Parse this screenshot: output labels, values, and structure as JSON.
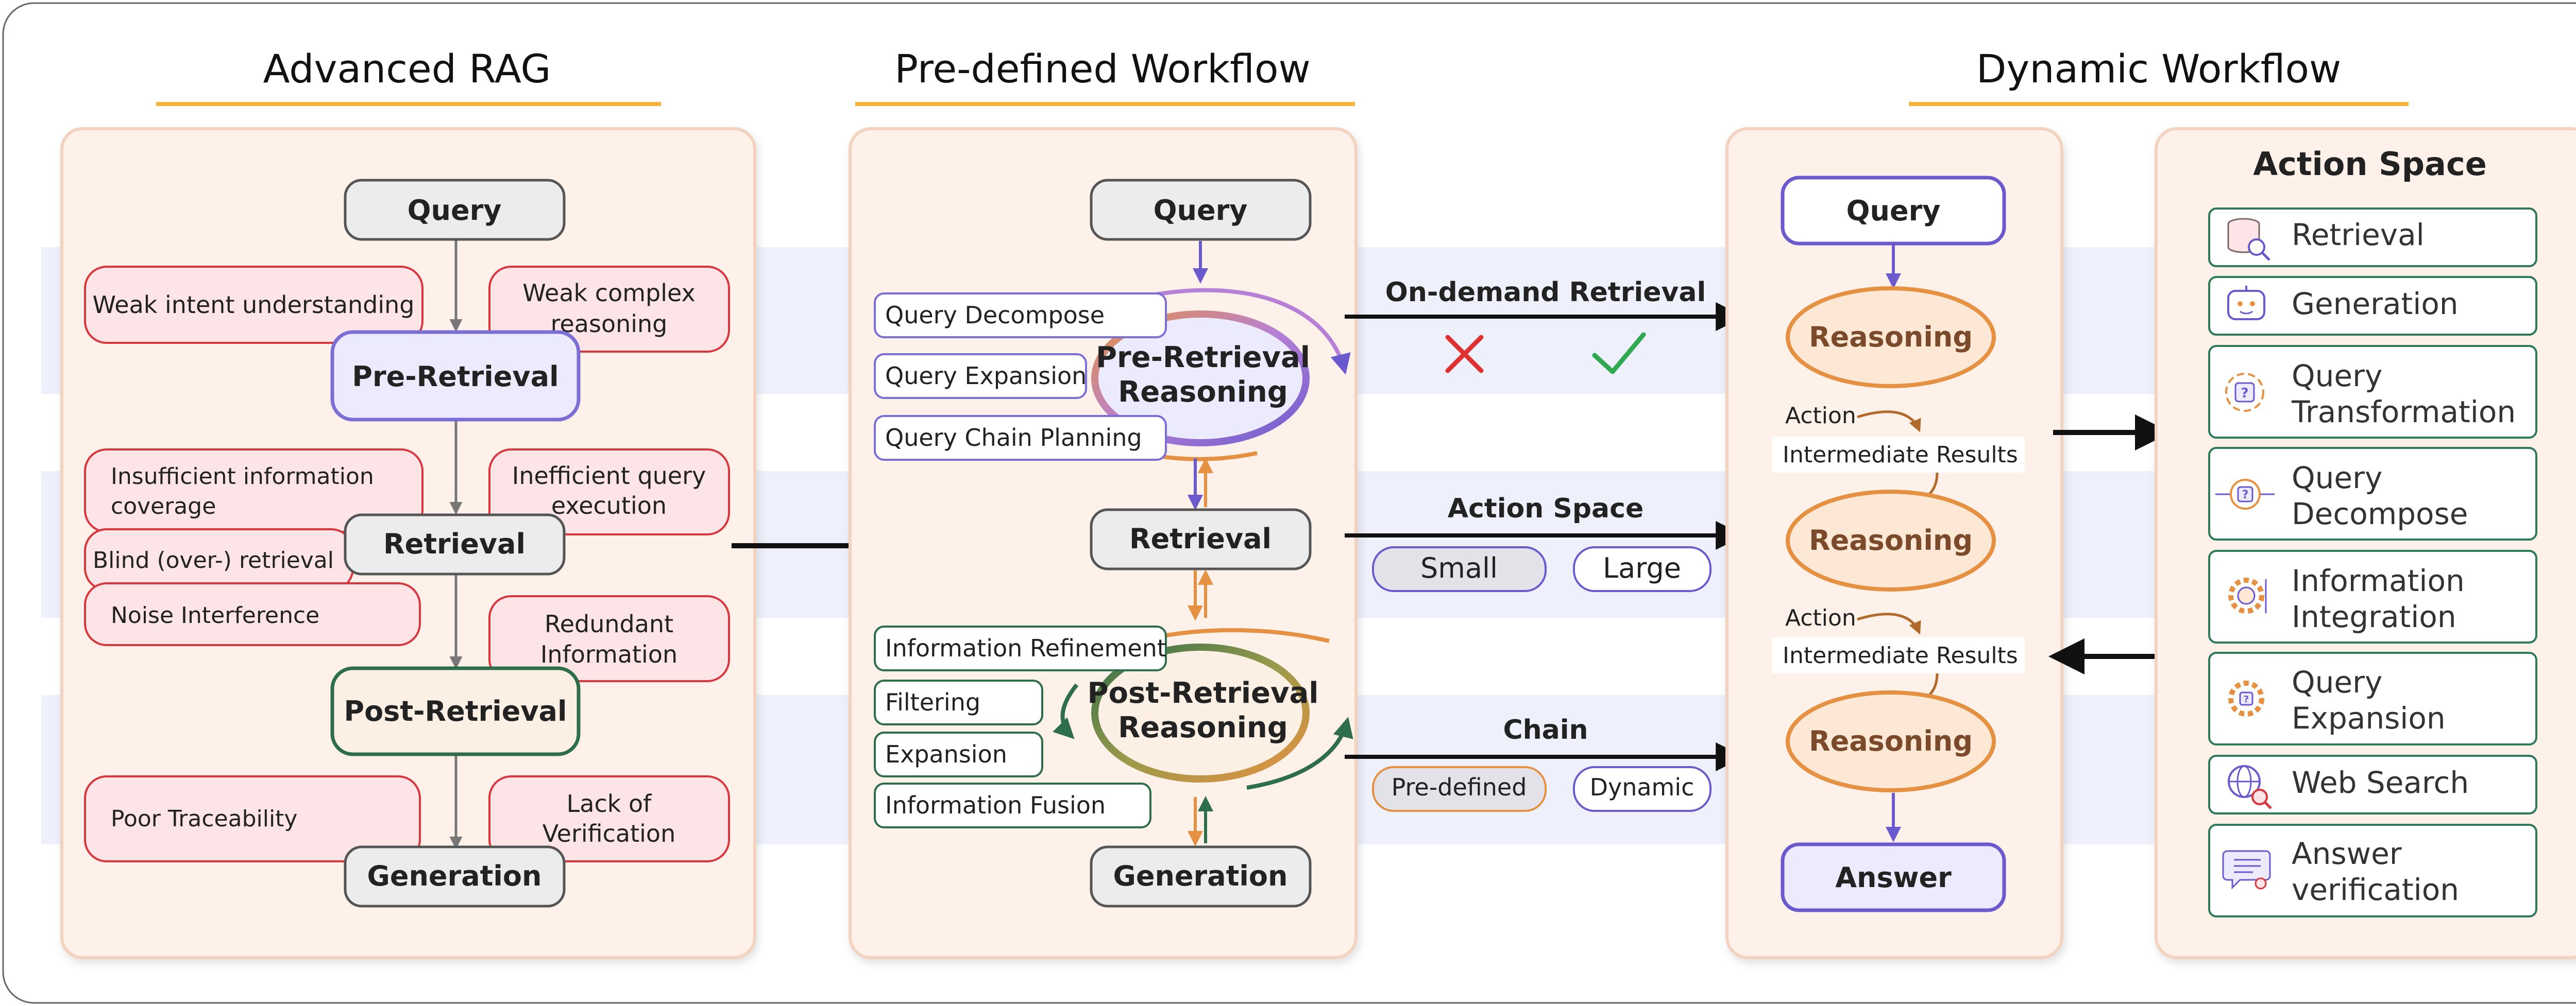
{
  "titles": {
    "advanced_rag": "Advanced RAG",
    "predefined": "Pre-defined Workflow",
    "dynamic": "Dynamic Workflow"
  },
  "advanced_rag": {
    "nodes": [
      "Query",
      "Pre-Retrieval",
      "Retrieval",
      "Post-Retrieval",
      "Generation"
    ],
    "weaknesses": {
      "weak_intent": "Weak intent understanding",
      "weak_complex_1": "Weak complex",
      "weak_complex_2": "reasoning",
      "insufficient_1": "Insufficient information",
      "insufficient_2": "coverage",
      "inefficient_1": "Inefficient query",
      "inefficient_2": "execution",
      "blind": "Blind (over-) retrieval",
      "noise": "Noise Interference",
      "redundant_1": "Redundant",
      "redundant_2": "Information",
      "poor_trace": "Poor Traceability",
      "lack_1": "Lack of",
      "lack_2": "Verification"
    }
  },
  "predefined": {
    "query": "Query",
    "retrieval": "Retrieval",
    "generation": "Generation",
    "pre_reasoning_1": "Pre-Retrieval",
    "pre_reasoning_2": "Reasoning",
    "post_reasoning_1": "Post-Retrieval",
    "post_reasoning_2": "Reasoning",
    "pre_tags": [
      "Query Decompose",
      "Query Expansion",
      "Query Chain Planning"
    ],
    "post_tags": [
      "Information Refinement",
      "Filtering",
      "Expansion",
      "Information Fusion"
    ]
  },
  "middle": {
    "on_demand": "On-demand Retrieval",
    "action_space": "Action Space",
    "small": "Small",
    "large": "Large",
    "chain": "Chain",
    "predefined": "Pre-defined",
    "dynamic": "Dynamic"
  },
  "dynamic": {
    "query": "Query",
    "reasoning": "Reasoning",
    "action": "Action",
    "intermediate": "Intermediate Results",
    "answer": "Answer"
  },
  "action_space": {
    "title": "Action Space",
    "items": [
      {
        "icon": "database-search-icon",
        "line1": "Retrieval",
        "line2": ""
      },
      {
        "icon": "robot-icon",
        "line1": "Generation",
        "line2": ""
      },
      {
        "icon": "query-transform-icon",
        "line1": "Query",
        "line2": "Transformation"
      },
      {
        "icon": "query-decompose-icon",
        "line1": "Query",
        "line2": "Decompose"
      },
      {
        "icon": "gear-integration-icon",
        "line1": "Information",
        "line2": "Integration"
      },
      {
        "icon": "gear-expansion-icon",
        "line1": "Query",
        "line2": "Expansion"
      },
      {
        "icon": "globe-search-icon",
        "line1": "Web Search",
        "line2": ""
      },
      {
        "icon": "chat-verify-icon",
        "line1": "Answer",
        "line2": "verification"
      }
    ]
  },
  "colors": {
    "panel_fill": "#fdf1ea",
    "panel_stroke": "#f2d3bf",
    "band": "#eef0fb",
    "weak_fill": "#fde4e6",
    "weak_stroke": "#d9363e",
    "pre_stroke": "#7b6fd6",
    "post_stroke": "#2f6e4a",
    "title_underline": "#f5b53d",
    "reasoning_stroke": "#e69141",
    "answer_stroke": "#6a5acd",
    "action_item_stroke": "#2f7a5a"
  }
}
